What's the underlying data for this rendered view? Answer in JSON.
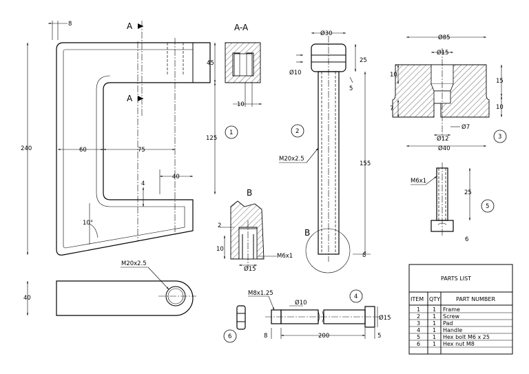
{
  "section_labels": {
    "cut_a_top": "A",
    "cut_a_bottom": "A",
    "section_aa": "A-A",
    "detail_b_title": "B",
    "detail_b_callout": "B"
  },
  "frame_dims": {
    "w8": "8",
    "h45": "45",
    "h125": "125",
    "h240": "240",
    "w60": "60",
    "w75": "75",
    "w40": "40",
    "gap4": "4",
    "angle": "10°",
    "w10": "10",
    "handle_40": "40",
    "thread": "M20x2.5"
  },
  "screw_dims": {
    "d30": "Ø30",
    "d10": "Ø10",
    "h25": "25",
    "gap5": "5",
    "h155": "155",
    "thread": "M20x2.5",
    "h8": "8"
  },
  "pad_dims": {
    "d85": "Ø85",
    "d15": "Ø15",
    "h10a": "10",
    "h15": "15",
    "h7": "7",
    "h10b": "10",
    "d7": "Ø7",
    "d12": "Ø12",
    "d40": "Ø40"
  },
  "bolt_dims": {
    "thread": "M6x1",
    "len": "25",
    "head": "6"
  },
  "detail_dims": {
    "d2": "2",
    "d10": "10",
    "d15": "Ø15",
    "thread": "M6x1"
  },
  "handle_dims": {
    "thread": "M8x1.25",
    "d10": "Ø10",
    "d15": "Ø15",
    "w8": "8",
    "w200": "200",
    "w5": "5"
  },
  "balloons": {
    "b1": "1",
    "b2": "2",
    "b3": "3",
    "b4": "4",
    "b5": "5",
    "b6": "6"
  },
  "parts_list": {
    "title": "PARTS LIST",
    "headers": [
      "ITEM",
      "QTY",
      "PART NUMBER"
    ],
    "rows": [
      [
        "1",
        "1",
        "Frame"
      ],
      [
        "2",
        "1",
        "Screw"
      ],
      [
        "3",
        "1",
        "Pad"
      ],
      [
        "4",
        "1",
        "Handle"
      ],
      [
        "5",
        "1",
        "Hex bolt M6 x 25"
      ],
      [
        "6",
        "1",
        "Hex nut M8"
      ]
    ]
  }
}
